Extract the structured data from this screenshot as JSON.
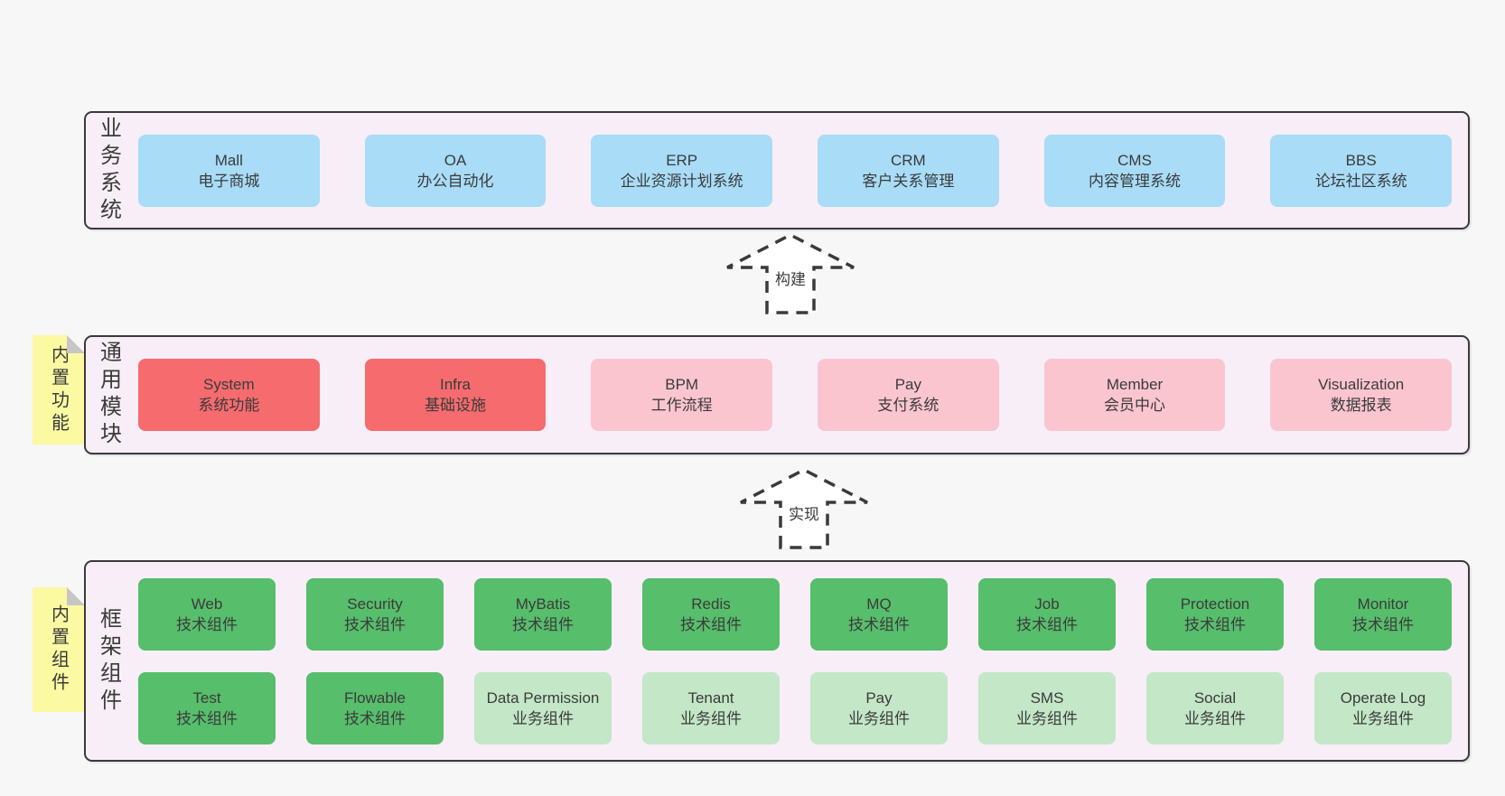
{
  "palette": {
    "page-bg": "#f7f7f7",
    "band-bg": "#f8eef7",
    "band-border": "#3a3a3a",
    "text": "#3b3b3b",
    "arrow": "#3a3a3a",
    "blue": "#a8dcf7",
    "red": "#f56b6e",
    "pink": "#fac5cf",
    "green": "#57be6b",
    "lightgreen": "#c3e7c7",
    "yellow": "#fbf9a2",
    "fold": "#c6c6c6"
  },
  "arrows": [
    {
      "label": "构建"
    },
    {
      "label": "实现"
    }
  ],
  "notes": [
    {
      "text": "内置功能"
    },
    {
      "text": "内置组件"
    }
  ],
  "bands": [
    {
      "label": "业务系统",
      "rows": [
        [
          {
            "name": "Mall",
            "desc": "电子商城",
            "variant": "blue"
          },
          {
            "name": "OA",
            "desc": "办公自动化",
            "variant": "blue"
          },
          {
            "name": "ERP",
            "desc": "企业资源计划系统",
            "variant": "blue"
          },
          {
            "name": "CRM",
            "desc": "客户关系管理",
            "variant": "blue"
          },
          {
            "name": "CMS",
            "desc": "内容管理系统",
            "variant": "blue"
          },
          {
            "name": "BBS",
            "desc": "论坛社区系统",
            "variant": "blue"
          }
        ]
      ]
    },
    {
      "label": "通用模块",
      "rows": [
        [
          {
            "name": "System",
            "desc": "系统功能",
            "variant": "red"
          },
          {
            "name": "Infra",
            "desc": "基础设施",
            "variant": "red"
          },
          {
            "name": "BPM",
            "desc": "工作流程",
            "variant": "pink"
          },
          {
            "name": "Pay",
            "desc": "支付系统",
            "variant": "pink"
          },
          {
            "name": "Member",
            "desc": "会员中心",
            "variant": "pink"
          },
          {
            "name": "Visualization",
            "desc": "数据报表",
            "variant": "pink"
          }
        ]
      ]
    },
    {
      "label": "框架组件",
      "rows": [
        [
          {
            "name": "Web",
            "desc": "技术组件",
            "variant": "green"
          },
          {
            "name": "Security",
            "desc": "技术组件",
            "variant": "green"
          },
          {
            "name": "MyBatis",
            "desc": "技术组件",
            "variant": "green"
          },
          {
            "name": "Redis",
            "desc": "技术组件",
            "variant": "green"
          },
          {
            "name": "MQ",
            "desc": "技术组件",
            "variant": "green"
          },
          {
            "name": "Job",
            "desc": "技术组件",
            "variant": "green"
          },
          {
            "name": "Protection",
            "desc": "技术组件",
            "variant": "green"
          },
          {
            "name": "Monitor",
            "desc": "技术组件",
            "variant": "green"
          }
        ],
        [
          {
            "name": "Test",
            "desc": "技术组件",
            "variant": "green"
          },
          {
            "name": "Flowable",
            "desc": "技术组件",
            "variant": "green"
          },
          {
            "name": "Data Permission",
            "desc": "业务组件",
            "variant": "lightgreen"
          },
          {
            "name": "Tenant",
            "desc": "业务组件",
            "variant": "lightgreen"
          },
          {
            "name": "Pay",
            "desc": "业务组件",
            "variant": "lightgreen"
          },
          {
            "name": "SMS",
            "desc": "业务组件",
            "variant": "lightgreen"
          },
          {
            "name": "Social",
            "desc": "业务组件",
            "variant": "lightgreen"
          },
          {
            "name": "Operate Log",
            "desc": "业务组件",
            "variant": "lightgreen"
          }
        ]
      ]
    }
  ]
}
